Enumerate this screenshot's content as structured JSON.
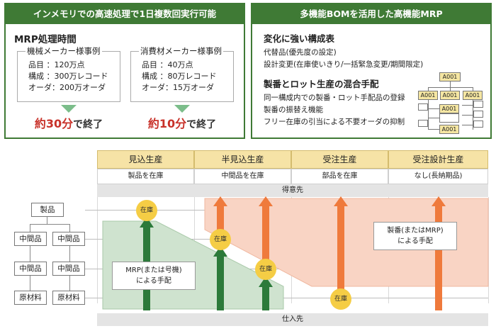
{
  "left_panel": {
    "header": "インメモリでの高速処理で1日複数回実行可能",
    "title": "MRP処理時間",
    "cases": [
      {
        "title": "機械メーカー様事例",
        "lines": [
          "品目 ：120万点",
          "構成 ：300万レコード",
          "オーダ：200万オーダ"
        ],
        "result_prefix": "約",
        "result_value": "30分",
        "result_suffix": "で終了"
      },
      {
        "title": "消費材メーカー様事例",
        "lines": [
          "品目 ：40万点",
          "構成 ：80万レコード",
          "オーダ：15万オーダ"
        ],
        "result_prefix": "約",
        "result_value": "10分",
        "result_suffix": "で終了"
      }
    ]
  },
  "right_panel": {
    "header": "多機能BOMを活用した高機能MRP",
    "feature1_title": "変化に強い構成表",
    "feature1_lines": [
      "代替品(優先度の設定)",
      "設計変更(在庫使いきり/一括緊急変更/期間限定)"
    ],
    "feature2_title": "製番とロット生産の混合手配",
    "feature2_lines": [
      "同一構成内での製番・ロット手配品の登録",
      "製番の振替え機能",
      "フリー在庫の引当による不要オーダの抑制"
    ],
    "bom_label": "A001"
  },
  "diagram": {
    "columns": [
      {
        "head": "見込生産",
        "sub": "製品を在庫"
      },
      {
        "head": "半見込生産",
        "sub": "中間品を在庫"
      },
      {
        "head": "受注生産",
        "sub": "部品を在庫"
      },
      {
        "head": "受注設計生産",
        "sub": "なし(長納期品)"
      }
    ],
    "top_band": "得意先",
    "bottom_band": "仕入先",
    "levels": {
      "product": "製品",
      "intermediate": "中間品",
      "raw": "原材料"
    },
    "stock_label": "在庫",
    "note_mrp": [
      "MRP(または号機)",
      "による手配"
    ],
    "note_seiban": [
      "製番(またはMRP)",
      "による手配"
    ],
    "colors": {
      "brand_green": "#3f7a35",
      "arrow_green": "#2c7a3a",
      "arrow_orange": "#ef7a3c",
      "stock_yellow": "#f5cd45",
      "header_yellow": "#f6e3a6",
      "accent_red": "#c8322a"
    }
  }
}
